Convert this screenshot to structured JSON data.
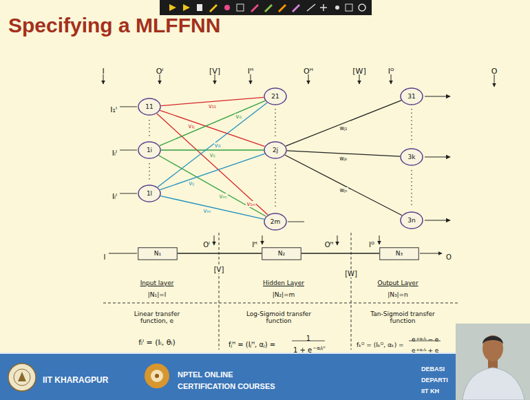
{
  "diagram": {
    "title": "Specifying a MLFFNN",
    "nodes": [
      {
        "text": [
          "11"
        ]
      },
      {
        "text": [
          "1i"
        ]
      },
      {
        "text": [
          "1l"
        ]
      },
      {
        "text": [
          "21"
        ]
      },
      {
        "text": [
          "2j"
        ]
      },
      {
        "text": [
          "2m"
        ]
      },
      {
        "text": [
          "31"
        ]
      },
      {
        "text": [
          "3k"
        ]
      },
      {
        "text": [
          "3n"
        ]
      },
      {
        "text": [
          "N₁"
        ]
      },
      {
        "text": [
          "N₂"
        ]
      },
      {
        "text": [
          "N₃"
        ]
      }
    ],
    "edges": [
      {
        "from": 0,
        "to": 3,
        "arrow": "none",
        "label": "v₁₁"
      },
      {
        "from": 0,
        "to": 4,
        "arrow": "none",
        "label": "v₁ⱼ"
      },
      {
        "from": 0,
        "to": 5,
        "arrow": "none",
        "label": "v₁ₘ"
      },
      {
        "from": 1,
        "to": 3,
        "arrow": "none",
        "label": "vᵢ₁"
      },
      {
        "from": 1,
        "to": 4,
        "arrow": "none",
        "label": "vᵢⱼ"
      },
      {
        "from": 1,
        "to": 5,
        "arrow": "none",
        "label": "vᵢₘ"
      },
      {
        "from": 2,
        "to": 3,
        "arrow": "none",
        "label": "vₗ₁"
      },
      {
        "from": 2,
        "to": 4,
        "arrow": "none",
        "label": "vₗⱼ"
      },
      {
        "from": 2,
        "to": 5,
        "arrow": "none",
        "label": "vₗₘ"
      },
      {
        "from": 4,
        "to": 6,
        "arrow": "none",
        "label": "wⱼ₁"
      },
      {
        "from": 4,
        "to": 7,
        "arrow": "none",
        "label": "wⱼₖ"
      },
      {
        "from": 4,
        "to": 8,
        "arrow": "none",
        "label": "wⱼₙ"
      },
      {
        "from": 9,
        "to": 10,
        "arrow": "none"
      },
      {
        "from": 10,
        "to": 11,
        "arrow": "none"
      }
    ],
    "labels": [
      "I",
      "Oᴵ",
      "[V]",
      "Iᴴ",
      "Oᴴ",
      "[W]",
      "Iᴼ",
      "O",
      "I₁ᴵ",
      "Iᵢᴵ",
      "Iₗᴵ",
      "I",
      "Oᴵ",
      "[V]",
      "Iᴴ",
      "Oᴴ",
      "[W]",
      "Iᴼ",
      "O",
      "Input layer",
      "|N₁|=l",
      "Linear transfer function, e",
      "fᵢᴵ = (Iᵢ, θᵢ)",
      "Hidden Layer",
      "|N₂|=m",
      "Log-Sigmoid transfer function",
      "fⱼᴴ = (Iⱼᴴ, αⱼ) =",
      "1",
      "1 + e",
      "−αⱼIⱼᴴ",
      "Output Layer",
      "|N₃|=n",
      "Tan-Sigmoid transfer function",
      "fₖᴼ = (Iₖᴼ, αₖ) =",
      "e",
      "+αₖIₖ",
      "− e",
      "e",
      "+αₖIₖ",
      "+ e",
      "IIT KHARAGPUR",
      "NPTEL ONLINE",
      "CERTIFICATION COURSES",
      "DEBASI",
      "DEPARTI",
      "IIT KH"
    ]
  }
}
